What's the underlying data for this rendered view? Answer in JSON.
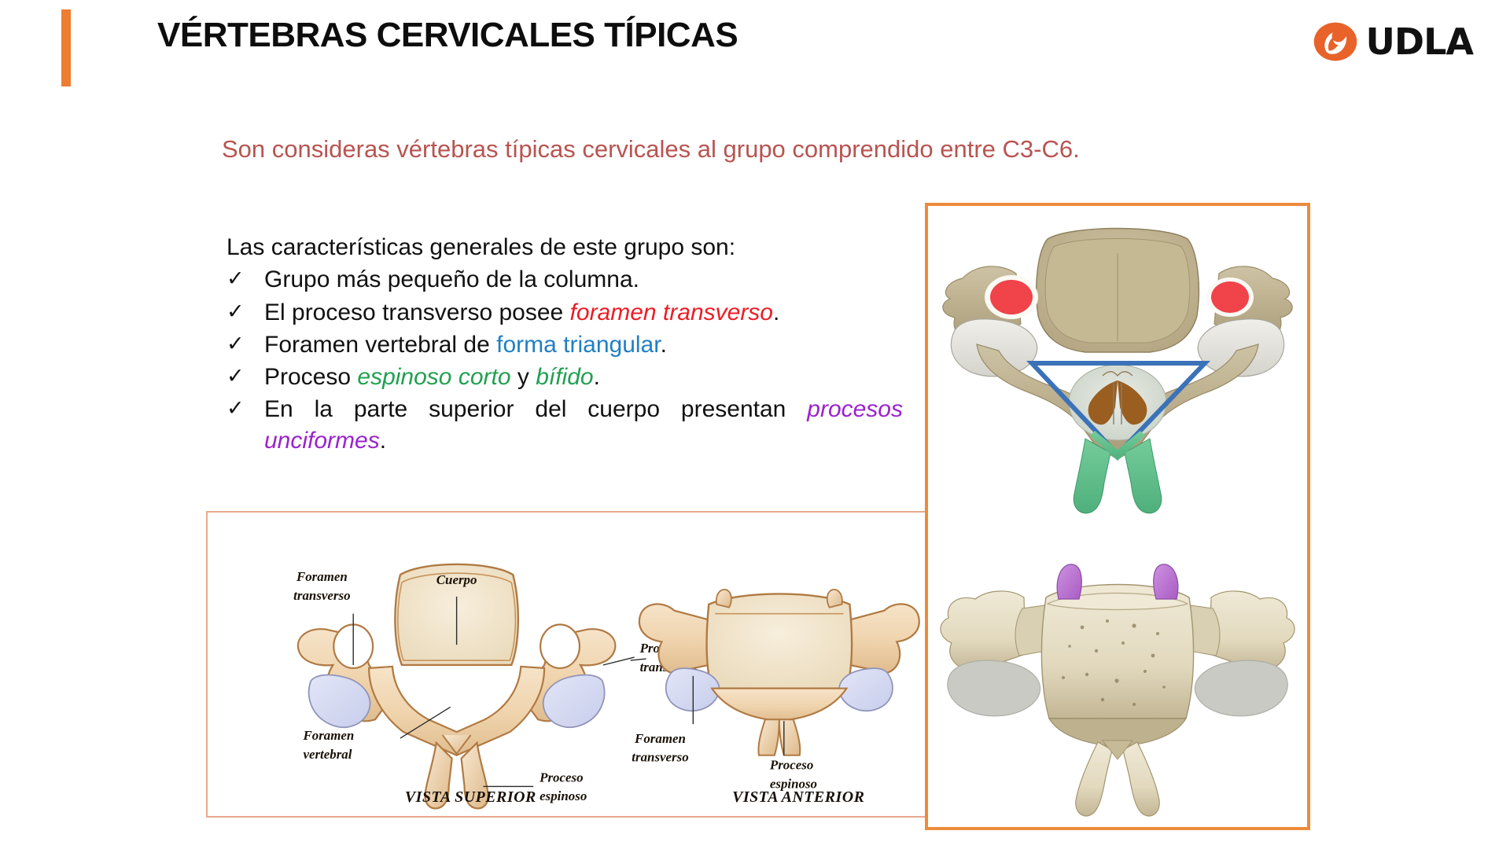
{
  "slide": {
    "title": "VÉRTEBRAS CERVICALES TÍPICAS",
    "accent_color": "#ED7D31",
    "background": "#FFFFFF"
  },
  "logo": {
    "name": "udla-logo",
    "text": "UDLA",
    "mark_color": "#E8622A"
  },
  "subtitle": {
    "text": "Son consideras vértebras típicas cervicales al grupo comprendido entre C3-C6.",
    "color": "#B85450"
  },
  "content": {
    "intro": "Las características generales de este grupo son:",
    "check_glyph": "✓",
    "bullets": [
      {
        "id": "bullet-tamano",
        "parts": [
          {
            "text": "Grupo más pequeño de la columna.",
            "color": "#111111",
            "style": "normal"
          }
        ]
      },
      {
        "id": "bullet-foramen-transverso",
        "parts": [
          {
            "text": "El proceso transverso posee ",
            "color": "#111111",
            "style": "normal"
          },
          {
            "text": "foramen transverso",
            "color": "#ED1C24",
            "style": "italic"
          },
          {
            "text": ".",
            "color": "#111111",
            "style": "normal"
          }
        ]
      },
      {
        "id": "bullet-foramen-vertebral",
        "parts": [
          {
            "text": "Foramen vertebral de ",
            "color": "#111111",
            "style": "normal"
          },
          {
            "text": "forma triangular",
            "color": "#1F7FC4",
            "style": "normal"
          },
          {
            "text": ".",
            "color": "#111111",
            "style": "normal"
          }
        ]
      },
      {
        "id": "bullet-proceso-espinoso",
        "parts": [
          {
            "text": "Proceso ",
            "color": "#111111",
            "style": "normal"
          },
          {
            "text": "espinoso corto",
            "color": "#21A050",
            "style": "italic"
          },
          {
            "text": " y ",
            "color": "#111111",
            "style": "normal"
          },
          {
            "text": "bífido",
            "color": "#21A050",
            "style": "italic"
          },
          {
            "text": ".",
            "color": "#111111",
            "style": "normal"
          }
        ]
      },
      {
        "id": "bullet-procesos-unciformes",
        "parts": [
          {
            "text": "En la parte superior del cuerpo presentan ",
            "color": "#111111",
            "style": "normal"
          },
          {
            "text": "procesos unciformes",
            "color": "#9B22CE",
            "style": "italic"
          },
          {
            "text": ".",
            "color": "#111111",
            "style": "normal"
          }
        ]
      }
    ],
    "bullet_text": {
      "b0": "Grupo más pequeño de la columna.",
      "b1_pre": "El proceso transverso posee ",
      "b1_em": "foramen transverso",
      "b1_post": ".",
      "b2_pre": "Foramen vertebral de ",
      "b2_em": "forma triangular",
      "b2_post": ".",
      "b3_pre": "Proceso ",
      "b3_em1": "espinoso corto",
      "b3_mid": " y ",
      "b3_em2": "bífido",
      "b3_post": ".",
      "b4_pre": "En la parte superior del cuerpo presentan ",
      "b4_em": "procesos unciformes",
      "b4_post": "."
    }
  },
  "figure_left": {
    "name": "vertebra-line-drawing-panel",
    "border_color": "#E8A98C",
    "views": [
      {
        "id": "vista-superior",
        "caption": "VISTA SUPERIOR",
        "labels": [
          {
            "id": "label-foramen-transverso",
            "line1": "Foramen",
            "line2": "transverso"
          },
          {
            "id": "label-cuerpo",
            "line1": "Cuerpo",
            "line2": ""
          },
          {
            "id": "label-proceso-transverso",
            "line1": "Proceso",
            "line2": "transverso"
          },
          {
            "id": "label-foramen-vertebral",
            "line1": "Foramen",
            "line2": "vertebral"
          },
          {
            "id": "label-proceso-espinoso",
            "line1": "Proceso",
            "line2": "espinoso"
          }
        ]
      },
      {
        "id": "vista-anterior",
        "caption": "VISTA ANTERIOR",
        "labels": [
          {
            "id": "label-foramen-transverso-ant",
            "line1": "Foramen",
            "line2": "transverso"
          },
          {
            "id": "label-proceso-espinoso-ant",
            "line1": "Proceso",
            "line2": "espinoso"
          }
        ]
      }
    ]
  },
  "figure_right": {
    "name": "vertebra-photo-panel",
    "border_color": "#ED8B3B",
    "highlights": {
      "transverse_foramen_color": "#F0434A",
      "vertebral_foramen_outline_color": "#3B72B8",
      "spinous_process_color": "#5FC08A",
      "uncinate_process_color": "#BE7BD8"
    },
    "images": [
      {
        "id": "superior-view-photo",
        "view": "superior"
      },
      {
        "id": "anterior-view-photo",
        "view": "anterior"
      }
    ]
  }
}
